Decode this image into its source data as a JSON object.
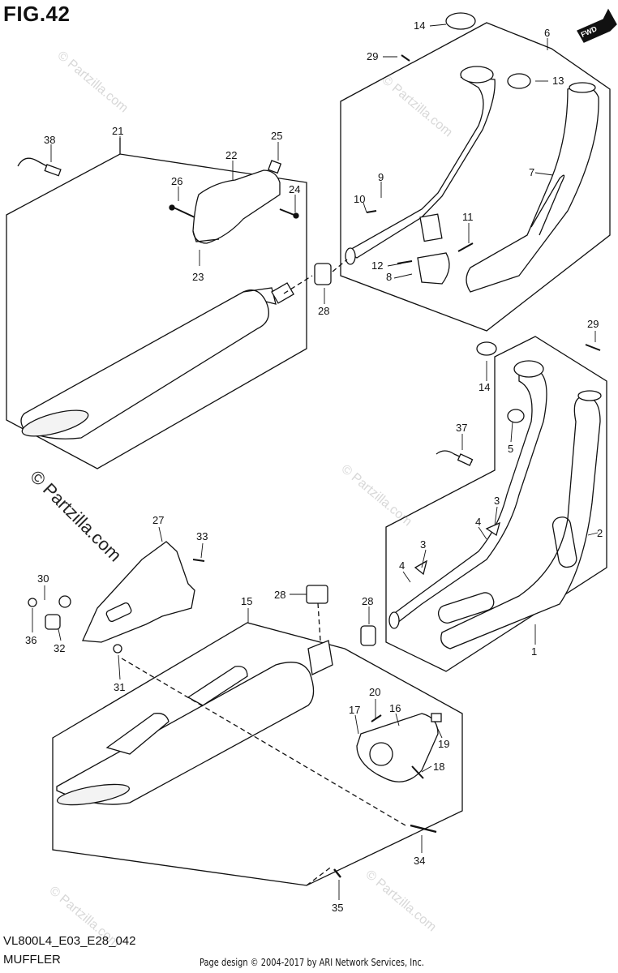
{
  "page": {
    "figure_label": "FIG.42",
    "footer_code": "VL800L4_E03_E28_042",
    "footer_name": "MUFFLER",
    "footer_credit": "Page design © 2004-2017 by ARI Network Services, Inc.",
    "watermark_main": "© Partzilla.com",
    "watermark_faint": "© Partzilla.com",
    "fwd_badge": "FWD"
  },
  "callouts": {
    "c1": "1",
    "c2": "2",
    "c3a": "3",
    "c3b": "3",
    "c4a": "4",
    "c4b": "4",
    "c5": "5",
    "c6": "6",
    "c7": "7",
    "c8": "8",
    "c9": "9",
    "c10": "10",
    "c11": "11",
    "c12": "12",
    "c13": "13",
    "c14a": "14",
    "c14b": "14",
    "c15": "15",
    "c16": "16",
    "c17": "17",
    "c18": "18",
    "c19": "19",
    "c20": "20",
    "c21": "21",
    "c22": "22",
    "c23": "23",
    "c24": "24",
    "c25": "25",
    "c26": "26",
    "c27": "27",
    "c28a": "28",
    "c28b": "28",
    "c28c": "28",
    "c29a": "29",
    "c29b": "29",
    "c30": "30",
    "c31": "31",
    "c32": "32",
    "c33": "33",
    "c34": "34",
    "c35": "35",
    "c36": "36",
    "c37": "37",
    "c38": "38"
  }
}
